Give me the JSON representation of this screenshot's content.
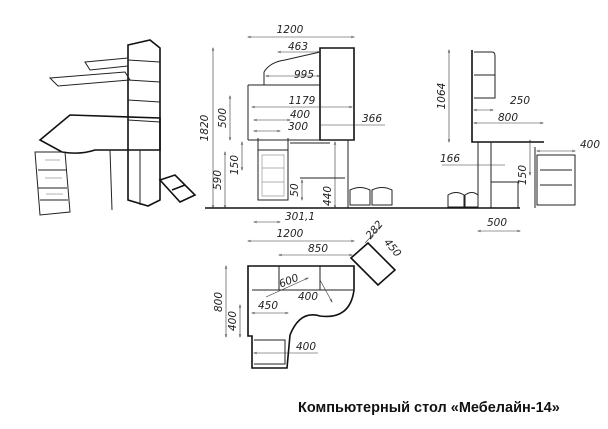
{
  "title": "Компьютерный стол «Мебелайн-14»",
  "front_view": {
    "width_total": "1200",
    "shelf_top": "463",
    "shelf_mid": "995",
    "tabletop": "1179",
    "drawer_block": "400",
    "keyboard": "300",
    "cabinet_depth": "366",
    "height_total": "1820",
    "superstructure": "500",
    "table_height": "590",
    "drawer_gap": "150",
    "plinth": "50",
    "knee_height": "440",
    "leg_width": "301,1"
  },
  "side_view": {
    "height_top": "1064",
    "shelf_depth": "250",
    "table_depth": "800",
    "pedestal_width": "400",
    "panel_offset": "166",
    "drawer_gap": "150",
    "base_depth": "500"
  },
  "plan_view": {
    "width_total": "1200",
    "top_width": "850",
    "corner": "282",
    "corner_depth": "450",
    "depth_total": "800",
    "return_depth": "400",
    "diag": "600",
    "inner": "450",
    "inner2": "400",
    "pedestal": "400"
  }
}
